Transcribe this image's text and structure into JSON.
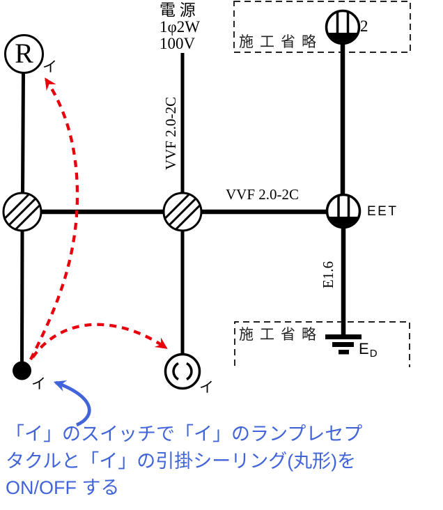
{
  "colors": {
    "ink": "#000000",
    "red": "#e8000d",
    "blue": "#4164d8"
  },
  "power_supply": {
    "line1": "電 源",
    "line2": "1φ2W",
    "line3": "100V"
  },
  "cables": {
    "feed": "VVF 2.0-2C",
    "branch": "VVF 2.0-2C",
    "earth": "E1.6"
  },
  "devices": {
    "lamp_receptacle": {
      "symbol": "R",
      "circuit": "イ"
    },
    "switch": {
      "circuit": "イ"
    },
    "ceiling_light": {
      "circuit": "イ"
    },
    "outlet_double": {
      "count": "2"
    },
    "outlet_earth": {
      "label": "EET"
    },
    "ground": {
      "label": "E",
      "label_sub": "D"
    }
  },
  "omission_boxes": {
    "top": "施工省略",
    "bottom": "施工省略"
  },
  "note": {
    "line1": "「イ」のスイッチで「イ」のランプレセプ",
    "line2": "タクルと「イ」の引掛シーリング(丸形)を",
    "line3": "ON/OFF する"
  }
}
